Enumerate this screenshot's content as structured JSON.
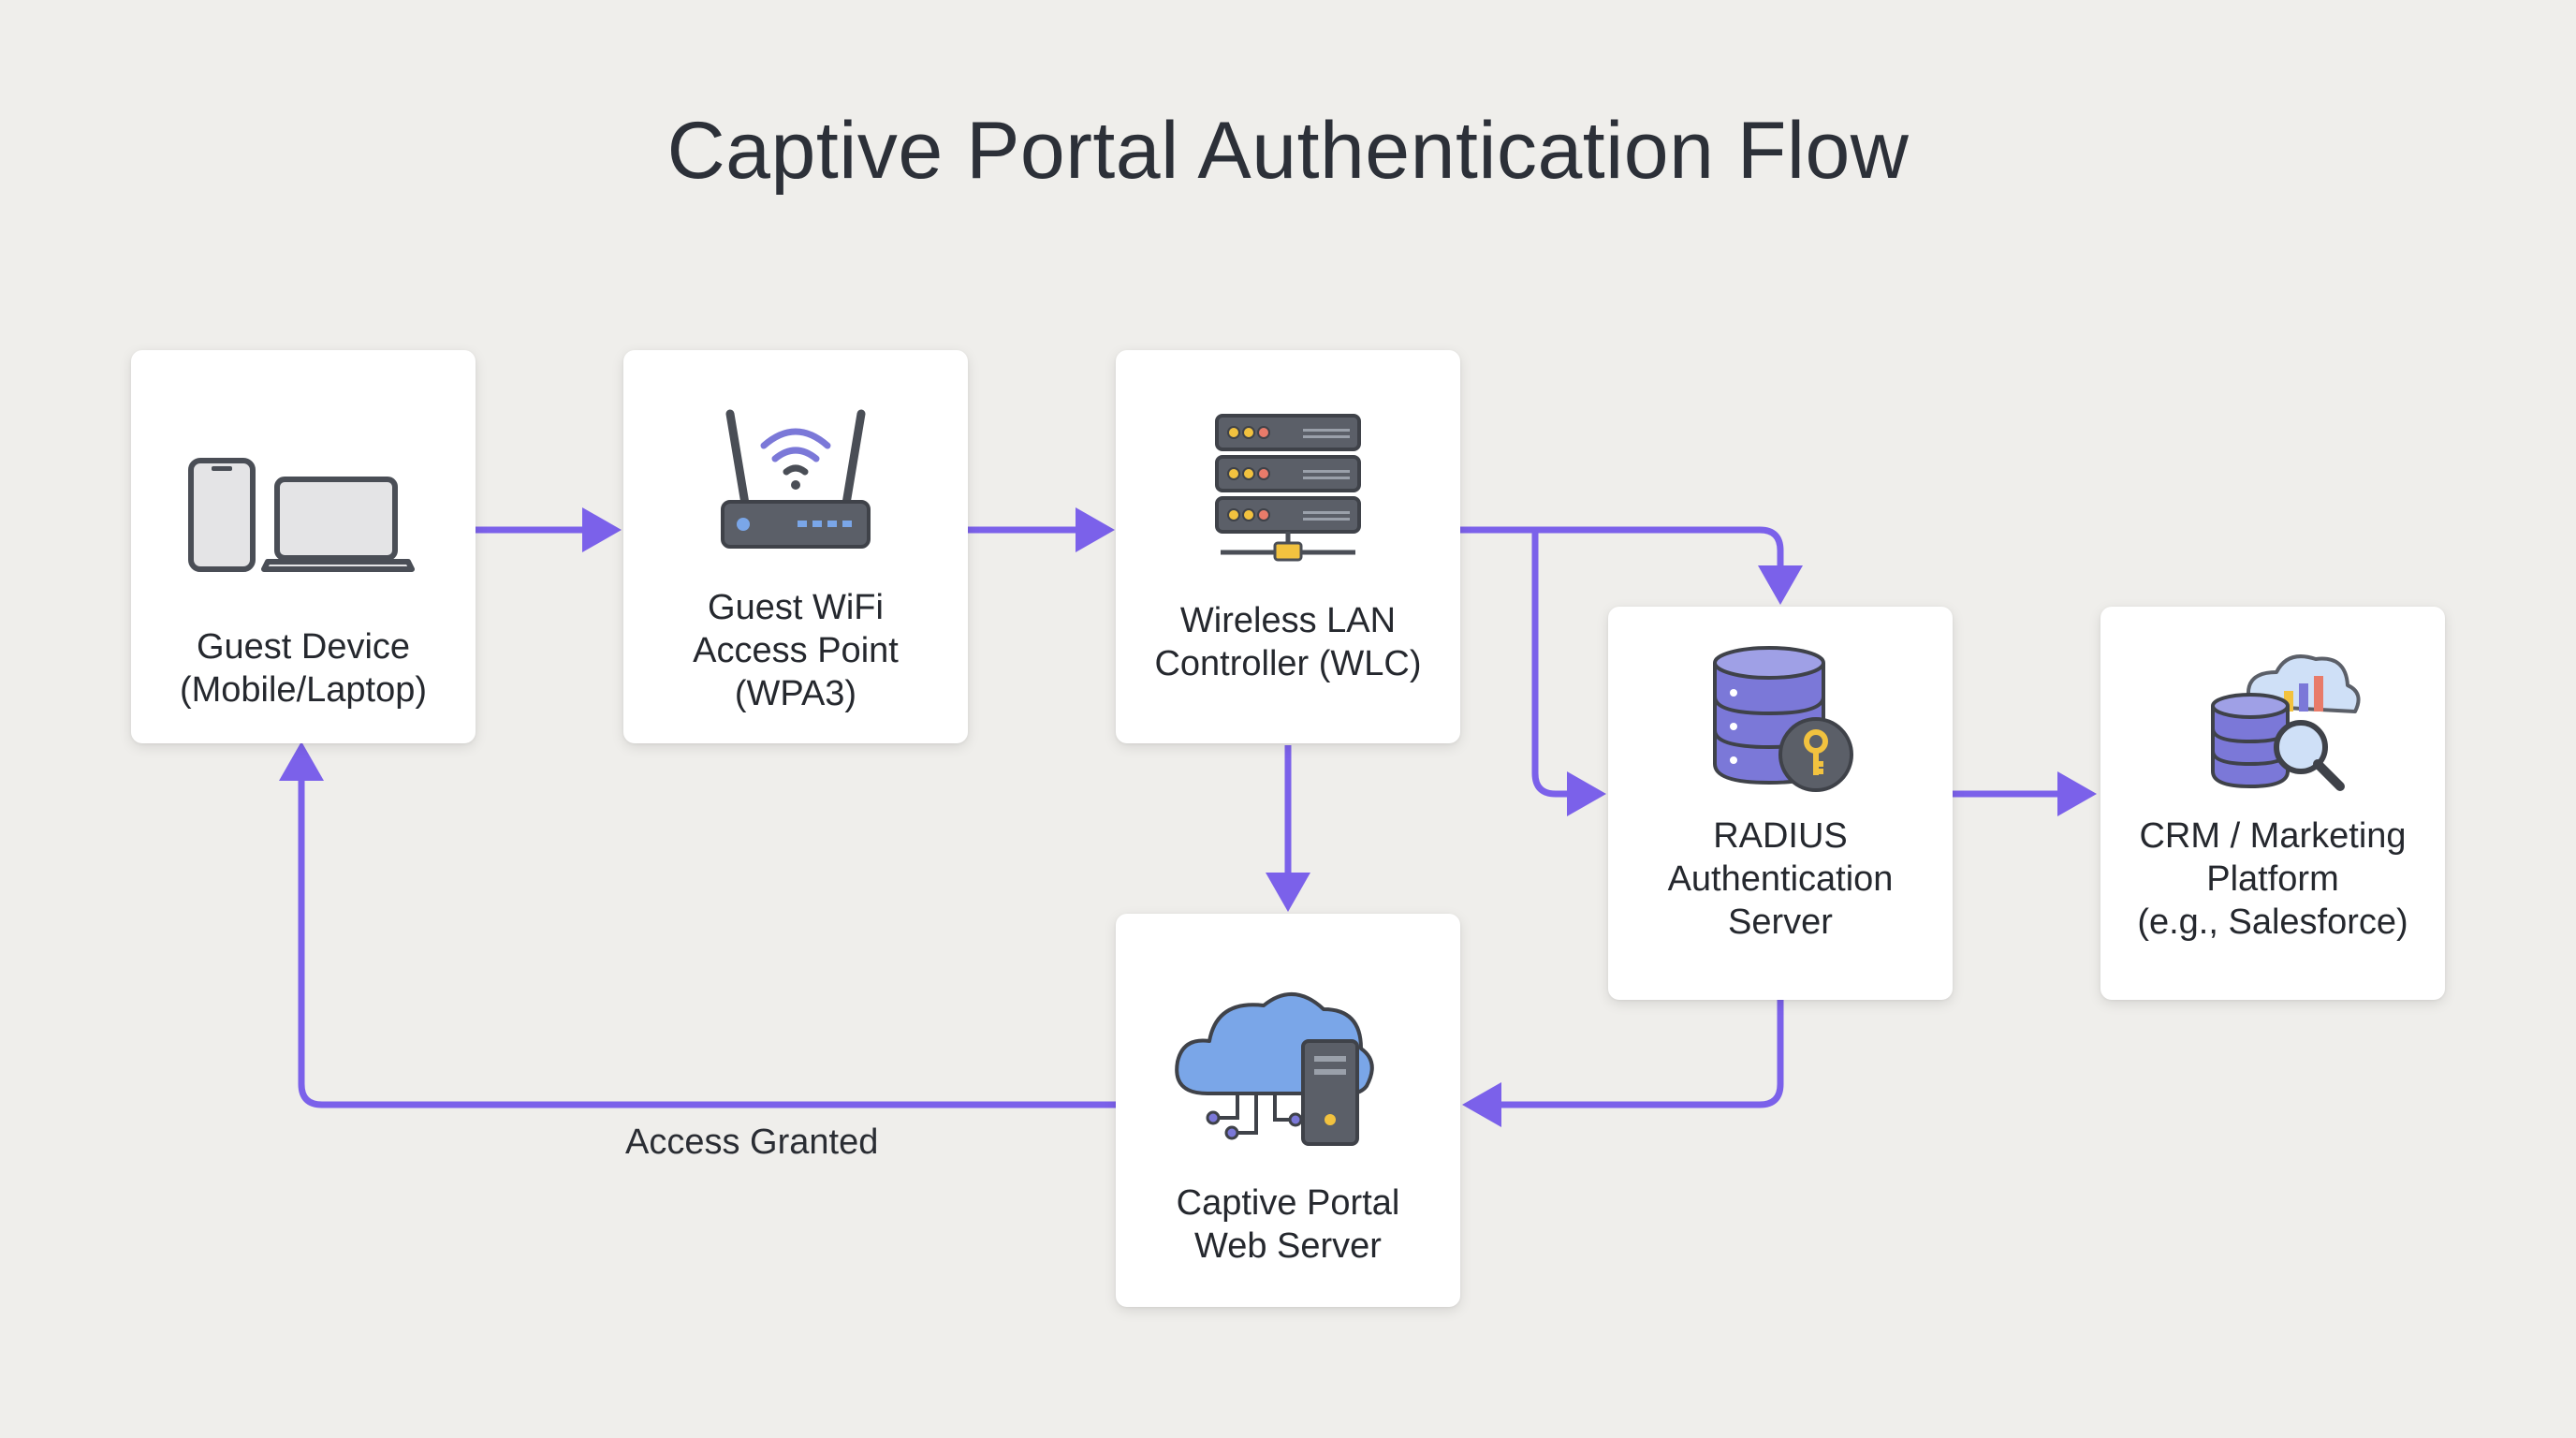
{
  "title": "Captive Portal Authentication Flow",
  "colors": {
    "background": "#efeeeb",
    "arrow": "#7b61ea",
    "card": "#ffffff",
    "icon_blue": "#7aa6e8",
    "icon_purple": "#7b78d8",
    "icon_gray": "#5b5f68",
    "key_gold": "#f2c23f"
  },
  "nodes": {
    "guest_device": {
      "icon": "phone-and-laptop-icon",
      "lines": [
        "Guest Device",
        "(Mobile/Laptop)"
      ]
    },
    "access_point": {
      "icon": "wifi-router-icon",
      "lines": [
        "Guest WiFi",
        "Access Point",
        "(WPA3)"
      ]
    },
    "wlc": {
      "icon": "server-rack-icon",
      "lines": [
        "Wireless LAN",
        "Controller (WLC)"
      ]
    },
    "radius": {
      "icon": "database-key-icon",
      "lines": [
        "RADIUS",
        "Authentication",
        "Server"
      ]
    },
    "crm": {
      "icon": "database-cloud-search-icon",
      "lines": [
        "CRM / Marketing",
        "Platform",
        "(e.g., Salesforce)"
      ]
    },
    "captive_portal": {
      "icon": "cloud-server-icon",
      "lines": [
        "Captive Portal",
        "Web Server"
      ]
    }
  },
  "edges": [
    {
      "from": "guest_device",
      "to": "access_point"
    },
    {
      "from": "access_point",
      "to": "wlc"
    },
    {
      "from": "wlc",
      "to": "radius"
    },
    {
      "from": "wlc",
      "to": "radius"
    },
    {
      "from": "wlc",
      "to": "captive_portal"
    },
    {
      "from": "radius",
      "to": "crm"
    },
    {
      "from": "radius",
      "to": "captive_portal"
    },
    {
      "from": "captive_portal",
      "to": "guest_device",
      "label": "Access Granted"
    }
  ]
}
